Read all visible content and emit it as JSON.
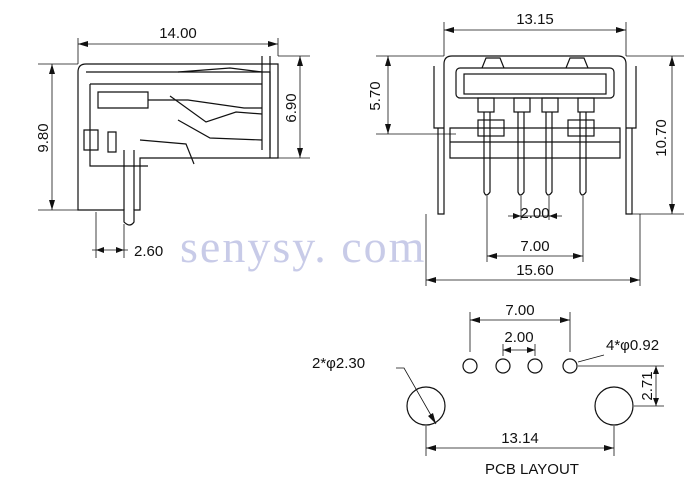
{
  "side_view": {
    "width": "14.00",
    "height": "9.80",
    "inner_height": "6.90",
    "pin_offset": "2.60"
  },
  "front_view": {
    "top_width": "13.15",
    "top_height": "5.70",
    "total_height": "10.70",
    "pin_pitch": "2.00",
    "pin_span": "7.00",
    "overall_width": "15.60"
  },
  "pcb_layout": {
    "pin_span": "7.00",
    "pin_pitch": "2.00",
    "small_hole_note": "4*φ0.92",
    "large_hole_note": "2*φ2.30",
    "row_offset": "2.71",
    "large_hole_span": "13.14",
    "title": "PCB LAYOUT"
  },
  "watermark": "senysy. com"
}
